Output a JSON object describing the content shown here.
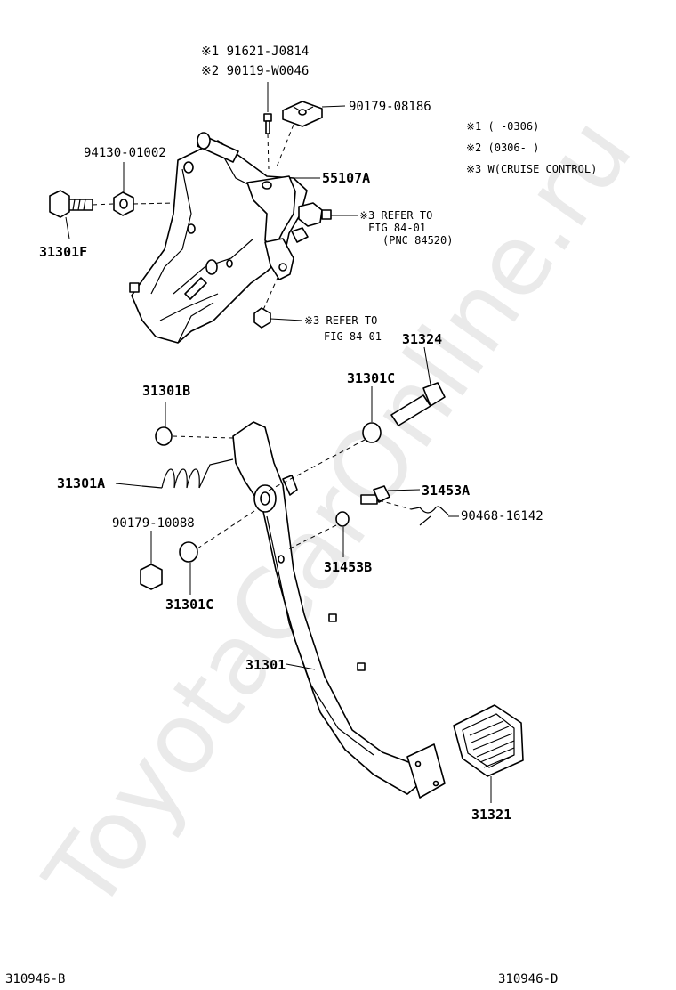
{
  "watermark": "ToyotaCarOnline.ru",
  "labels": {
    "p1": "※1 91621-J0814",
    "p2": "※2 90119-W0046",
    "p3": "90179-08186",
    "p4": "94130-01002",
    "p5": "55107A",
    "p6": "31301F",
    "p7a": "※3 REFER TO",
    "p7b": "FIG 84-01",
    "p7c": "(PNC 84520)",
    "p8a": "※3 REFER TO",
    "p8b": "FIG 84-01",
    "p9": "31324",
    "p10": "31301B",
    "p11": "31301C",
    "p12": "31301A",
    "p13": "31453A",
    "p14": "90179-10088",
    "p15": "90468-16142",
    "p16": "31453B",
    "p17": "31301C",
    "p18": "31301",
    "p19": "31321"
  },
  "notes": {
    "n1": "※1 (     -0306)",
    "n2": "※2 (0306-     )",
    "n3": "※3 W(CRUISE CONTROL)"
  },
  "footer": {
    "left": "310946-B",
    "right": "310946-D"
  }
}
